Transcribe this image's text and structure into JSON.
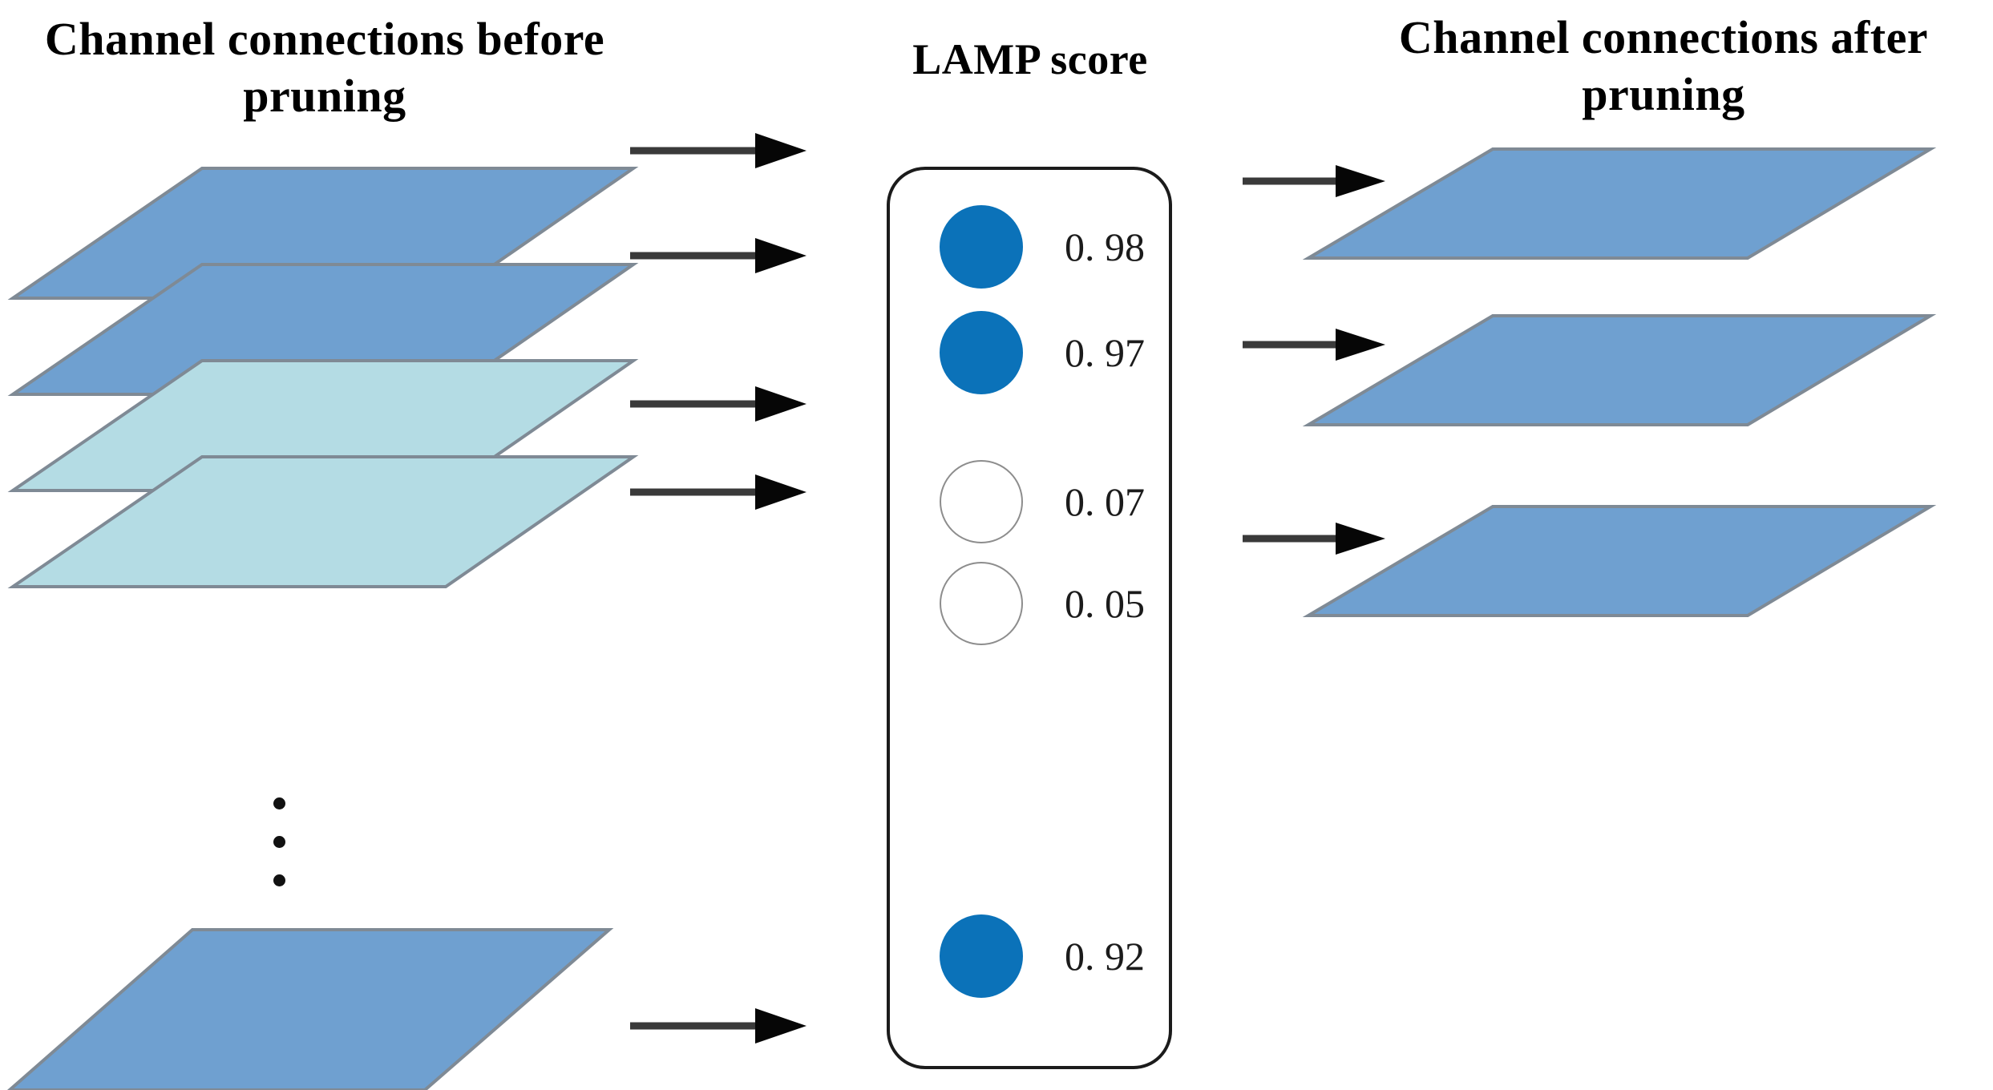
{
  "titles": {
    "before": "Channel connections before pruning",
    "lamp": "LAMP score",
    "after": "Channel connections after pruning"
  },
  "colors": {
    "channel_kept": "#6FA0D0",
    "channel_pruned": "#B4DCE4",
    "channel_border": "#7F8A95",
    "dot_filled": "#0B72B9",
    "dot_hollow_border": "#8D8D8D",
    "panel_border": "#1B1B1B",
    "arrow": "#3A3A3A",
    "text": "#000000",
    "background": "#FFFFFF"
  },
  "before_layers": [
    {
      "name": "layer-1",
      "state": "kept",
      "fill": "#6FA0D0"
    },
    {
      "name": "layer-2",
      "state": "kept",
      "fill": "#6FA0D0"
    },
    {
      "name": "layer-3",
      "state": "pruned",
      "fill": "#B4DCE4"
    },
    {
      "name": "layer-4",
      "state": "pruned",
      "fill": "#B4DCE4"
    },
    {
      "name": "layer-n",
      "state": "kept",
      "fill": "#6FA0D0"
    }
  ],
  "scores": [
    {
      "value": "0. 98",
      "numeric": 0.98,
      "filled": true,
      "kept": true
    },
    {
      "value": "0. 97",
      "numeric": 0.97,
      "filled": true,
      "kept": true
    },
    {
      "value": "0. 07",
      "numeric": 0.07,
      "filled": false,
      "kept": false
    },
    {
      "value": "0. 05",
      "numeric": 0.05,
      "filled": false,
      "kept": false
    },
    {
      "value": "0. 92",
      "numeric": 0.92,
      "filled": true,
      "kept": true
    }
  ],
  "after_layers": [
    {
      "name": "kept-layer-1",
      "fill": "#6FA0D0"
    },
    {
      "name": "kept-layer-2",
      "fill": "#6FA0D0"
    },
    {
      "name": "kept-layer-3",
      "fill": "#6FA0D0"
    }
  ],
  "ellipsis": {
    "glyph": "vertical-ellipsis",
    "dots": 3
  },
  "input_arrow_count": 5,
  "output_arrow_count": 3
}
